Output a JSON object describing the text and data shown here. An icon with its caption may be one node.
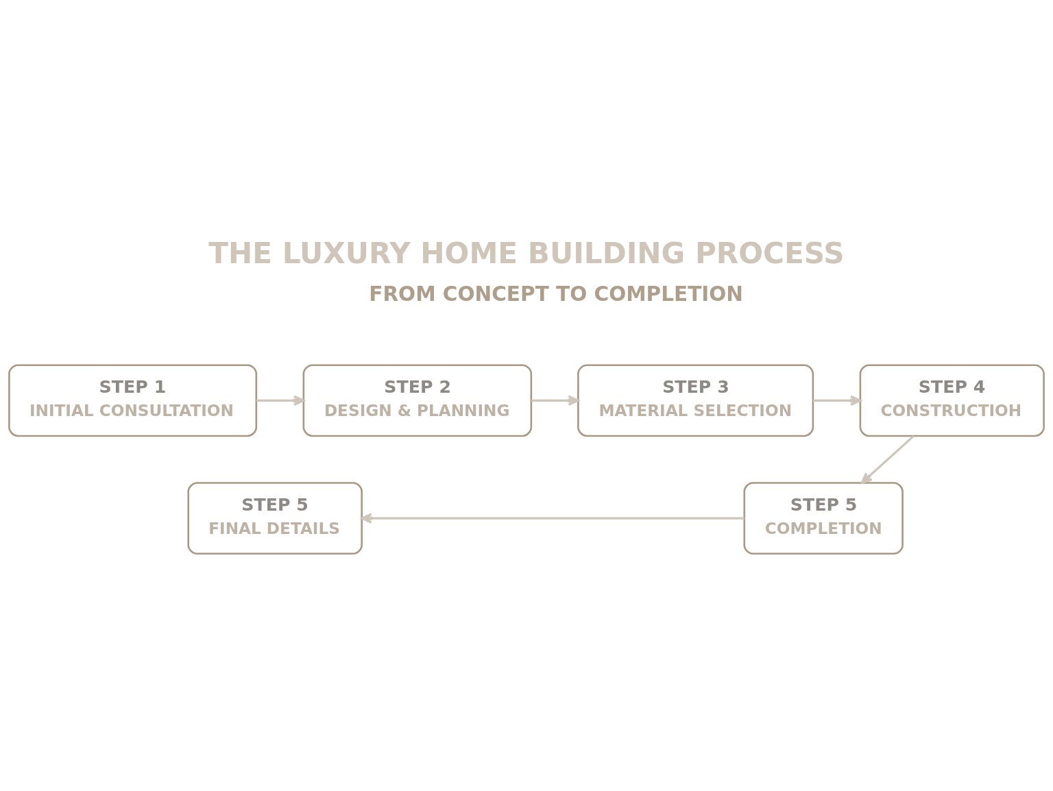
{
  "diagram": {
    "title": "THE LUXURY HOME BUILDING PROCESS",
    "nodes": [
      {
        "text": [
          "STEP 1",
          "INITIAL CONSULTATION"
        ]
      },
      {
        "text": [
          "STEP 2",
          "DESIGN & PLANNING"
        ]
      },
      {
        "text": [
          "STEP 3",
          "MATERIAL SELECTION"
        ]
      },
      {
        "text": [
          "STEP 4",
          "CONSTRUCTIOH"
        ]
      },
      {
        "text": [
          "STEP 5",
          "FINAL DETAILS"
        ]
      },
      {
        "text": [
          "STEP 5",
          "COMPLETION"
        ]
      }
    ],
    "edges": [
      {
        "from": 0,
        "to": 1,
        "arrow": "to"
      },
      {
        "from": 1,
        "to": 2,
        "arrow": "to"
      },
      {
        "from": 2,
        "to": 3,
        "arrow": "to"
      },
      {
        "from": 3,
        "to": 5,
        "arrow": "to"
      },
      {
        "from": 5,
        "to": 4,
        "arrow": "to"
      }
    ],
    "labels": [
      "FROM CONCEPT TO COMPLETION"
    ]
  }
}
